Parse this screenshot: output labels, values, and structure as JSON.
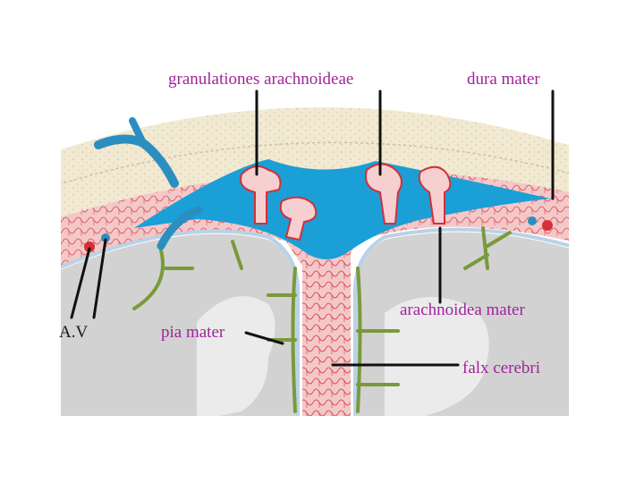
{
  "labels": {
    "granulationes": "granulationes arachnoideae",
    "dura_mater": "dura mater",
    "arachnoidea_mater": "arachnoidea mater",
    "pia_mater": "pia mater",
    "falx_cerebri": "falx cerebri",
    "av": "A.V"
  },
  "colors": {
    "label_text": "#a0249b",
    "av_text": "#1a1a1a",
    "csf_blue": "#1a9fd6",
    "vein_blue": "#2a8fc0",
    "bone": "#f1e9d2",
    "dura_pink": "#f3c8c8",
    "vessel_red": "#d4303a",
    "pia_green": "#7a9a3a",
    "brain_gray": "#d2d2d2",
    "brain_light": "#ebebeb",
    "leader_line": "#111111"
  }
}
